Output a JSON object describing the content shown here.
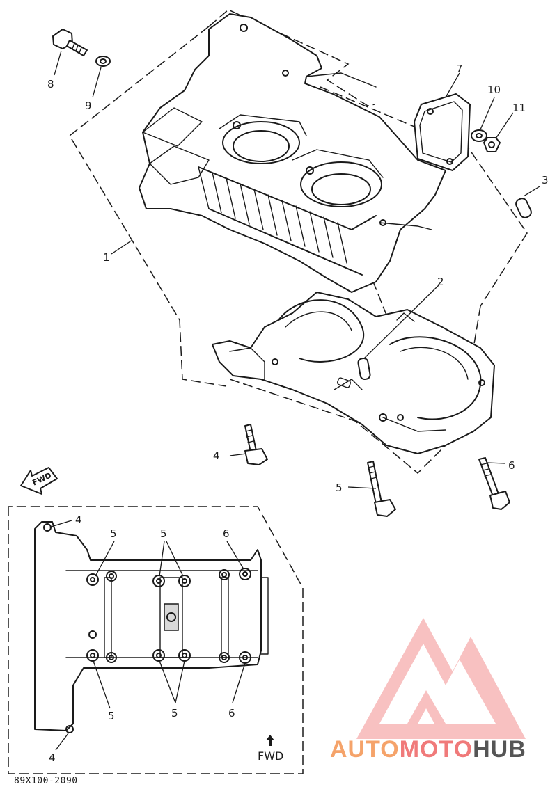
{
  "diagram": {
    "drawing_code": "89X100-2090",
    "callouts": {
      "c1": "1",
      "c2": "2",
      "c3": "3",
      "c4": "4",
      "c5": "5",
      "c6": "6",
      "c7": "7",
      "c8": "8",
      "c9": "9",
      "c10": "10",
      "c11": "11"
    },
    "fwd_arrow_label": "FWD",
    "inset": {
      "fwd_label": "FWD",
      "labels": {
        "top4": "4",
        "top5a": "5",
        "top5b": "5",
        "top6": "6",
        "bot5a": "5",
        "bot5b": "5",
        "bot6": "6",
        "bot4": "4"
      }
    }
  },
  "watermark": {
    "part1": "AUTO",
    "part2": "MOTO",
    "part3": "HUB",
    "colors": {
      "orange": "#f5a36a",
      "pink": "#f07a7a",
      "gray": "#555555"
    }
  }
}
